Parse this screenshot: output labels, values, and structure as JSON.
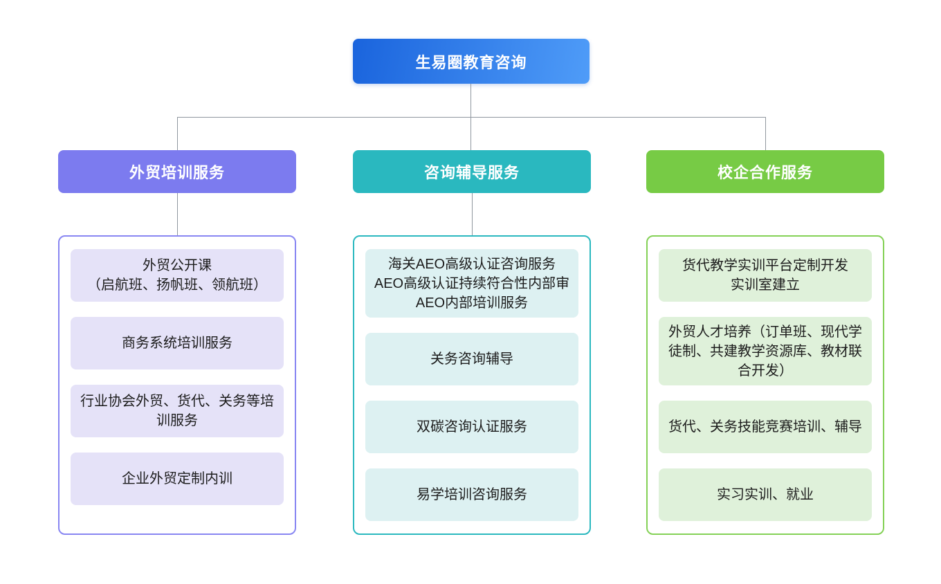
{
  "page": {
    "background": "#ffffff"
  },
  "connectors": {
    "color": "#8f969e"
  },
  "root": {
    "title": "生易圈教育咨询",
    "gradient_from": "#1a64dd",
    "gradient_to": "#4f9cf8",
    "text_color": "#ffffff"
  },
  "branches": [
    {
      "id": "foreign-trade-training",
      "label": "外贸培训服务",
      "header_color": "#7c7bef",
      "border_color": "#8886f2",
      "item_bg": "#e5e2f8",
      "has_connector_to_panel": true,
      "items": [
        {
          "lines": [
            "外贸公开课",
            "（启航班、扬帆班、领航班）"
          ]
        },
        {
          "lines": [
            "商务系统培训服务"
          ]
        },
        {
          "lines": [
            "行业协会外贸、货代、关务等培训服务"
          ]
        },
        {
          "lines": [
            "企业外贸定制内训"
          ]
        }
      ]
    },
    {
      "id": "consulting-coaching",
      "label": "咨询辅导服务",
      "header_color": "#2ab8bf",
      "border_color": "#2ab8bf",
      "item_bg": "#ddf1f2",
      "has_connector_to_panel": true,
      "items": [
        {
          "lines": [
            "海关AEO高级认证咨询服务",
            "AEO高级认证持续符合性内部审",
            "AEO内部培训服务"
          ]
        },
        {
          "lines": [
            "关务咨询辅导"
          ]
        },
        {
          "lines": [
            "双碳咨询认证服务"
          ]
        },
        {
          "lines": [
            "易学培训咨询服务"
          ]
        }
      ]
    },
    {
      "id": "school-enterprise-cooperation",
      "label": "校企合作服务",
      "header_color": "#77cb45",
      "border_color": "#84d156",
      "item_bg": "#dff1da",
      "has_connector_to_panel": false,
      "items": [
        {
          "lines": [
            "货代教学实训平台定制开发",
            "实训室建立"
          ]
        },
        {
          "lines": [
            "外贸人才培养（订单班、现代学徒制、共建教学资源库、教材联合开发）"
          ]
        },
        {
          "lines": [
            "货代、关务技能竞赛培训、辅导"
          ]
        },
        {
          "lines": [
            "实习实训、就业"
          ]
        }
      ]
    }
  ]
}
